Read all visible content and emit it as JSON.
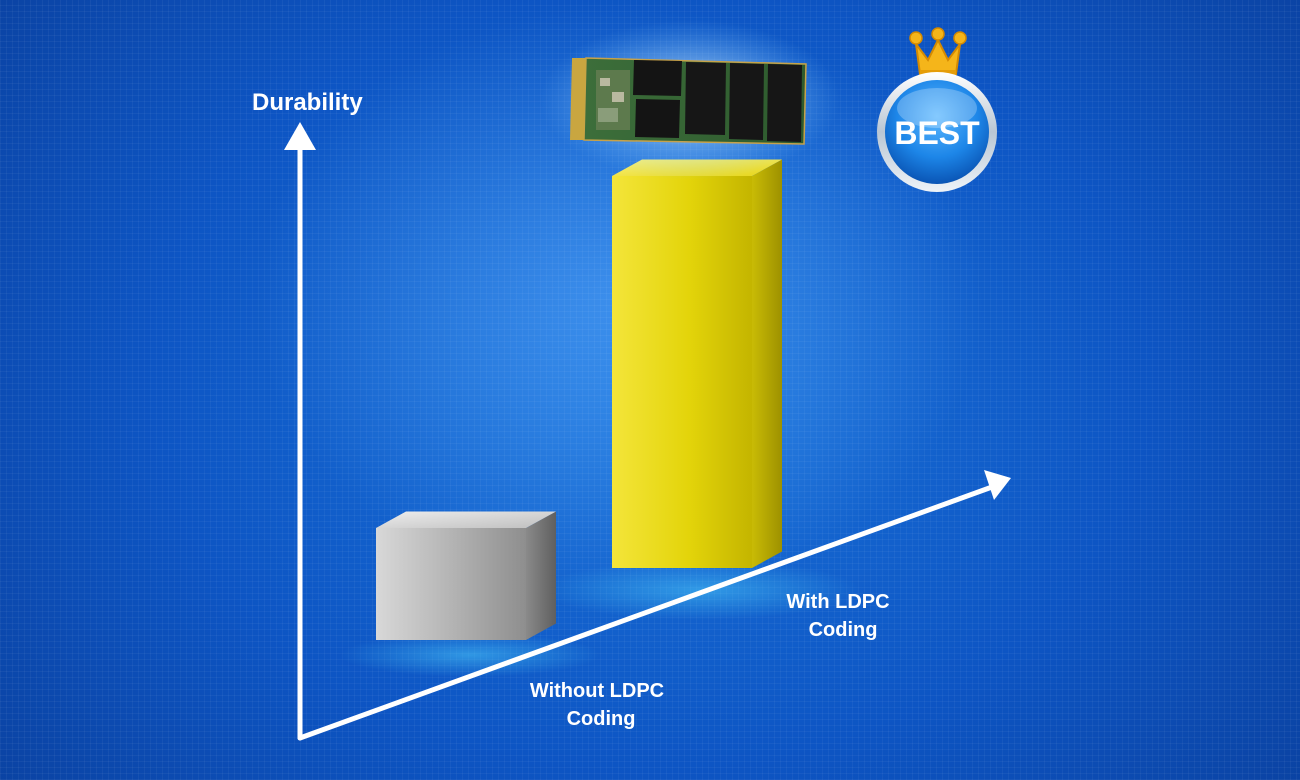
{
  "chart_data": {
    "type": "bar",
    "title": "",
    "ylabel": "Durability",
    "xlabel": "",
    "categories": [
      "Without LDPC Coding",
      "With LDPC Coding"
    ],
    "category_lines": [
      [
        "Without LDPC",
        "Coding"
      ],
      [
        "With LDPC",
        "Coding"
      ]
    ],
    "values": [
      1,
      3.5
    ],
    "ylim": [
      0,
      4.5
    ],
    "grid": false,
    "bar_colors": [
      "#a9a9a9",
      "#e3d40a"
    ]
  },
  "badge": {
    "label": "BEST",
    "color": "#1d86e8",
    "crown_color": "#f5b51a"
  },
  "product": {
    "icon": "m2-ssd-icon"
  },
  "colors": {
    "background": "#0d55c4",
    "axis": "#ffffff"
  }
}
